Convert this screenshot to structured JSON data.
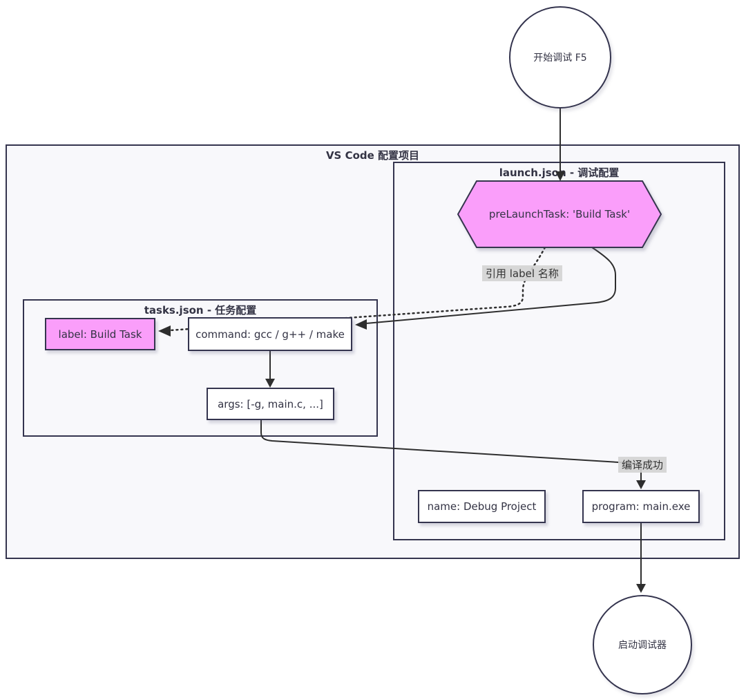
{
  "colors": {
    "node_border": "#34344e",
    "edge_stroke": "#2e2e2e",
    "accent_pink": "#fa9efa",
    "cluster_background": "#f8f8fb",
    "edge_label_background": "#d3d3d3",
    "node_fill": "#ffffff"
  },
  "clusters": {
    "outer": {
      "title": "VS Code 配置项目"
    },
    "launch": {
      "title": "launch.json - 调试配置"
    },
    "tasks": {
      "title": "tasks.json - 任务配置"
    }
  },
  "nodes": {
    "start": {
      "label": "开始调试 F5",
      "shape": "circle"
    },
    "prelaunch": {
      "label": "preLaunchTask: 'Build Task'",
      "shape": "hexagon"
    },
    "label_task": {
      "label": "label: Build Task",
      "shape": "rect-pink"
    },
    "command": {
      "label": "command: gcc / g++ / make",
      "shape": "rect"
    },
    "args": {
      "label": "args: [-g, main.c, ...]",
      "shape": "rect"
    },
    "name": {
      "label": "name: Debug Project",
      "shape": "rect"
    },
    "program": {
      "label": "program: main.exe",
      "shape": "rect"
    },
    "end": {
      "label": "启动调试器",
      "shape": "circle"
    }
  },
  "edge_labels": {
    "ref_label": "引用 label 名称",
    "compile_ok": "编译成功"
  },
  "edges": [
    {
      "from": "start",
      "to": "prelaunch",
      "style": "solid"
    },
    {
      "from": "prelaunch",
      "to": "label_task",
      "style": "dotted",
      "label": "引用 label 名称"
    },
    {
      "from": "prelaunch",
      "to": "command",
      "style": "solid"
    },
    {
      "from": "command",
      "to": "args",
      "style": "solid"
    },
    {
      "from": "args",
      "to": "program",
      "style": "solid",
      "label": "编译成功"
    },
    {
      "from": "program",
      "to": "end",
      "style": "solid"
    }
  ]
}
